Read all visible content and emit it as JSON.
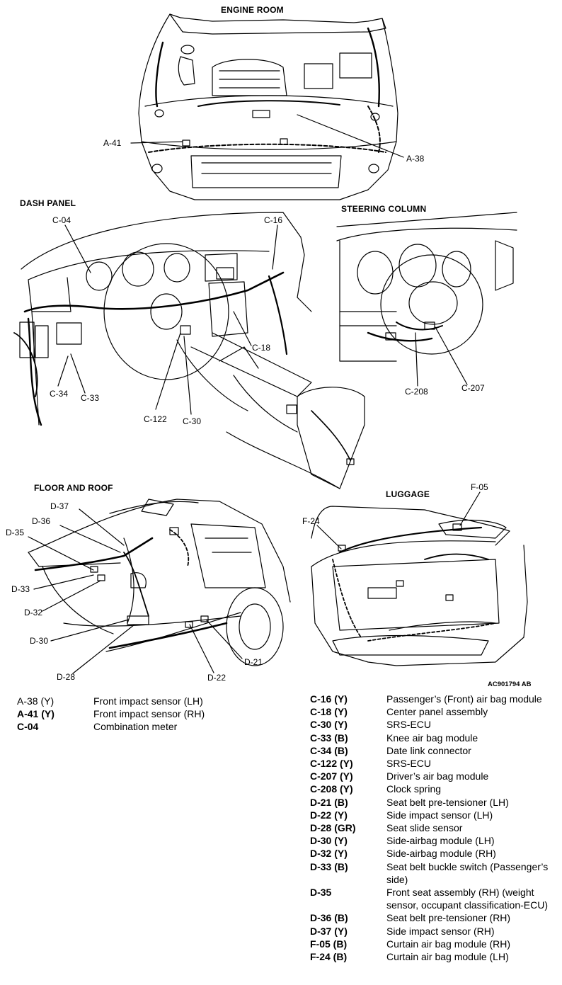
{
  "sections": {
    "engine_room": "ENGINE ROOM",
    "dash_panel": "DASH PANEL",
    "steering_column": "STEERING COLUMN",
    "floor_and_roof": "FLOOR AND ROOF",
    "luggage": "LUGGAGE"
  },
  "callouts": {
    "a41": "A-41",
    "a38": "A-38",
    "c04": "C-04",
    "c16": "C-16",
    "c18": "C-18",
    "c34": "C-34",
    "c33": "C-33",
    "c122": "C-122",
    "c30": "C-30",
    "c208": "C-208",
    "c207": "C-207",
    "d37": "D-37",
    "d36": "D-36",
    "d35": "D-35",
    "d33": "D-33",
    "d32": "D-32",
    "d30": "D-30",
    "d28": "D-28",
    "d22": "D-22",
    "d21": "D-21",
    "f05": "F-05",
    "f24": "F-24"
  },
  "figure_code": "AC901794 AB",
  "legend_left": [
    {
      "code": "A-38 (Y)",
      "desc": "Front impact sensor (LH)",
      "bold": false
    },
    {
      "code": "A-41 (Y)",
      "desc": "Front impact sensor (RH)",
      "bold": true
    },
    {
      "code": "C-04",
      "desc": "Combination meter",
      "bold": true
    }
  ],
  "legend_right": [
    {
      "code": "C-16 (Y)",
      "desc": "Passenger’s (Front) air bag module"
    },
    {
      "code": "C-18 (Y)",
      "desc": "Center panel assembly"
    },
    {
      "code": "C-30 (Y)",
      "desc": "SRS-ECU"
    },
    {
      "code": "C-33 (B)",
      "desc": "Knee air bag module"
    },
    {
      "code": "C-34 (B)",
      "desc": "Date link connector"
    },
    {
      "code": "C-122 (Y)",
      "desc": "SRS-ECU"
    },
    {
      "code": "C-207 (Y)",
      "desc": "Driver’s air bag module"
    },
    {
      "code": "C-208 (Y)",
      "desc": "Clock spring"
    },
    {
      "code": "D-21 (B)",
      "desc": "Seat belt pre-tensioner (LH)"
    },
    {
      "code": "D-22 (Y)",
      "desc": "Side impact sensor (LH)"
    },
    {
      "code": "D-28 (GR)",
      "desc": "Seat slide sensor"
    },
    {
      "code": "D-30 (Y)",
      "desc": "Side-airbag module (LH)"
    },
    {
      "code": "D-32 (Y)",
      "desc": "Side-airbag module (RH)"
    },
    {
      "code": "D-33 (B)",
      "desc": "Seat belt buckle switch (Passenger’s side)"
    },
    {
      "code": "D-35",
      "desc": "Front seat assembly (RH) (weight sensor, occupant classification-ECU)"
    },
    {
      "code": "D-36 (B)",
      "desc": "Seat belt pre-tensioner (RH)"
    },
    {
      "code": "D-37 (Y)",
      "desc": "Side impact sensor (RH)"
    },
    {
      "code": "F-05 (B)",
      "desc": "Curtain air bag module (RH)"
    },
    {
      "code": "F-24 (B)",
      "desc": "Curtain air bag module (LH)"
    }
  ]
}
